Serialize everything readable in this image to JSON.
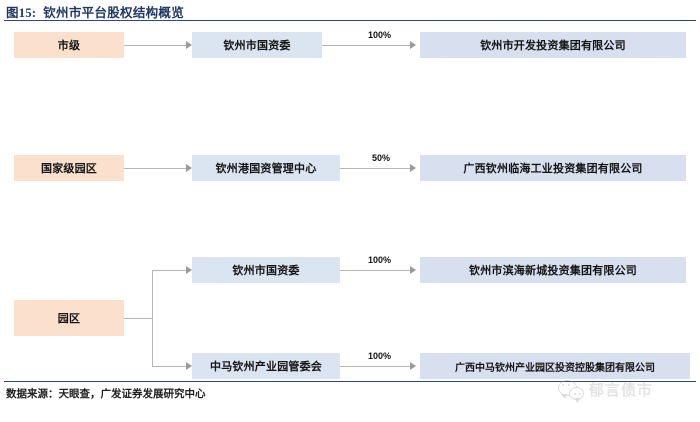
{
  "figure": {
    "number_label": "图15:",
    "title": "钦州市平台股权结构概览",
    "source": "数据来源：天眼查，广发证券发展研究中心"
  },
  "watermark": {
    "text": "郁言债市",
    "icon": "wechat-icon"
  },
  "colors": {
    "title": "#1f3864",
    "rule": "#2e4a7d",
    "category_box": "#fbe0cd",
    "middle_box": "#dbe5f1",
    "entity_box": "#d8e0ef",
    "connector": "#b6b6b6"
  },
  "chart_data": {
    "type": "diagram",
    "title": "钦州市平台股权结构概览",
    "rows": [
      {
        "category": "市级",
        "branches": [
          {
            "owner": "钦州市国资委",
            "stake": "100%",
            "entity": "钦州市开发投资集团有限公司"
          }
        ]
      },
      {
        "category": "国家级园区",
        "branches": [
          {
            "owner": "钦州港国资管理中心",
            "stake": "50%",
            "entity": "广西钦州临海工业投资集团有限公司"
          }
        ]
      },
      {
        "category": "园区",
        "branches": [
          {
            "owner": "钦州市国资委",
            "stake": "100%",
            "entity": "钦州市滨海新城投资集团有限公司"
          },
          {
            "owner": "中马钦州产业园管委会",
            "stake": "100%",
            "entity": "广西中马钦州产业园区投资控股集团有限公司"
          }
        ]
      }
    ]
  }
}
